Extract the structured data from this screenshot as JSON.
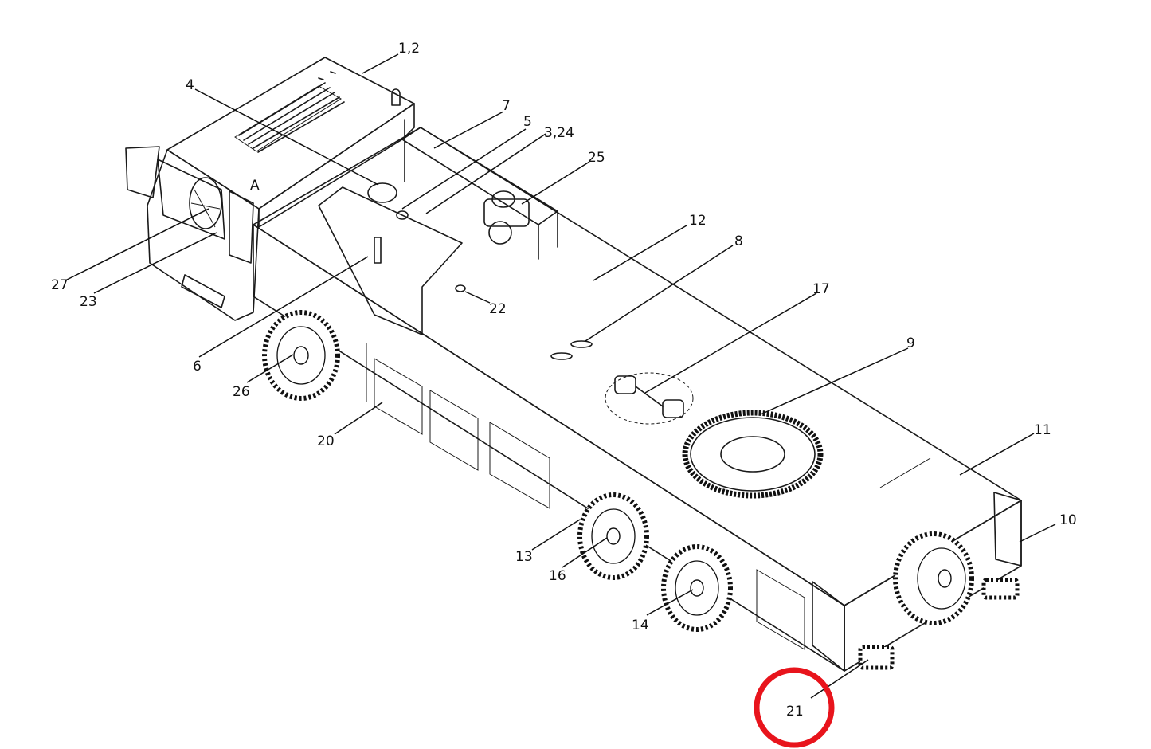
{
  "callouts": {
    "c_1_2": "1,2",
    "c_4": "4",
    "c_7": "7",
    "c_5": "5",
    "c_3_24": "3,24",
    "c_25": "25",
    "c_12": "12",
    "c_8": "8",
    "c_17": "17",
    "c_9": "9",
    "c_11": "11",
    "c_10": "10",
    "c_27": "27",
    "c_23": "23",
    "c_22": "22",
    "c_6": "6",
    "c_26": "26",
    "c_20": "20",
    "c_13": "13",
    "c_16": "16",
    "c_14": "14",
    "c_21": "21"
  },
  "cab_mark": "A",
  "highlight": {
    "target": "21",
    "color": "#e8141c"
  },
  "colors": {
    "line": "#1a1a1a",
    "background": "#ffffff"
  }
}
